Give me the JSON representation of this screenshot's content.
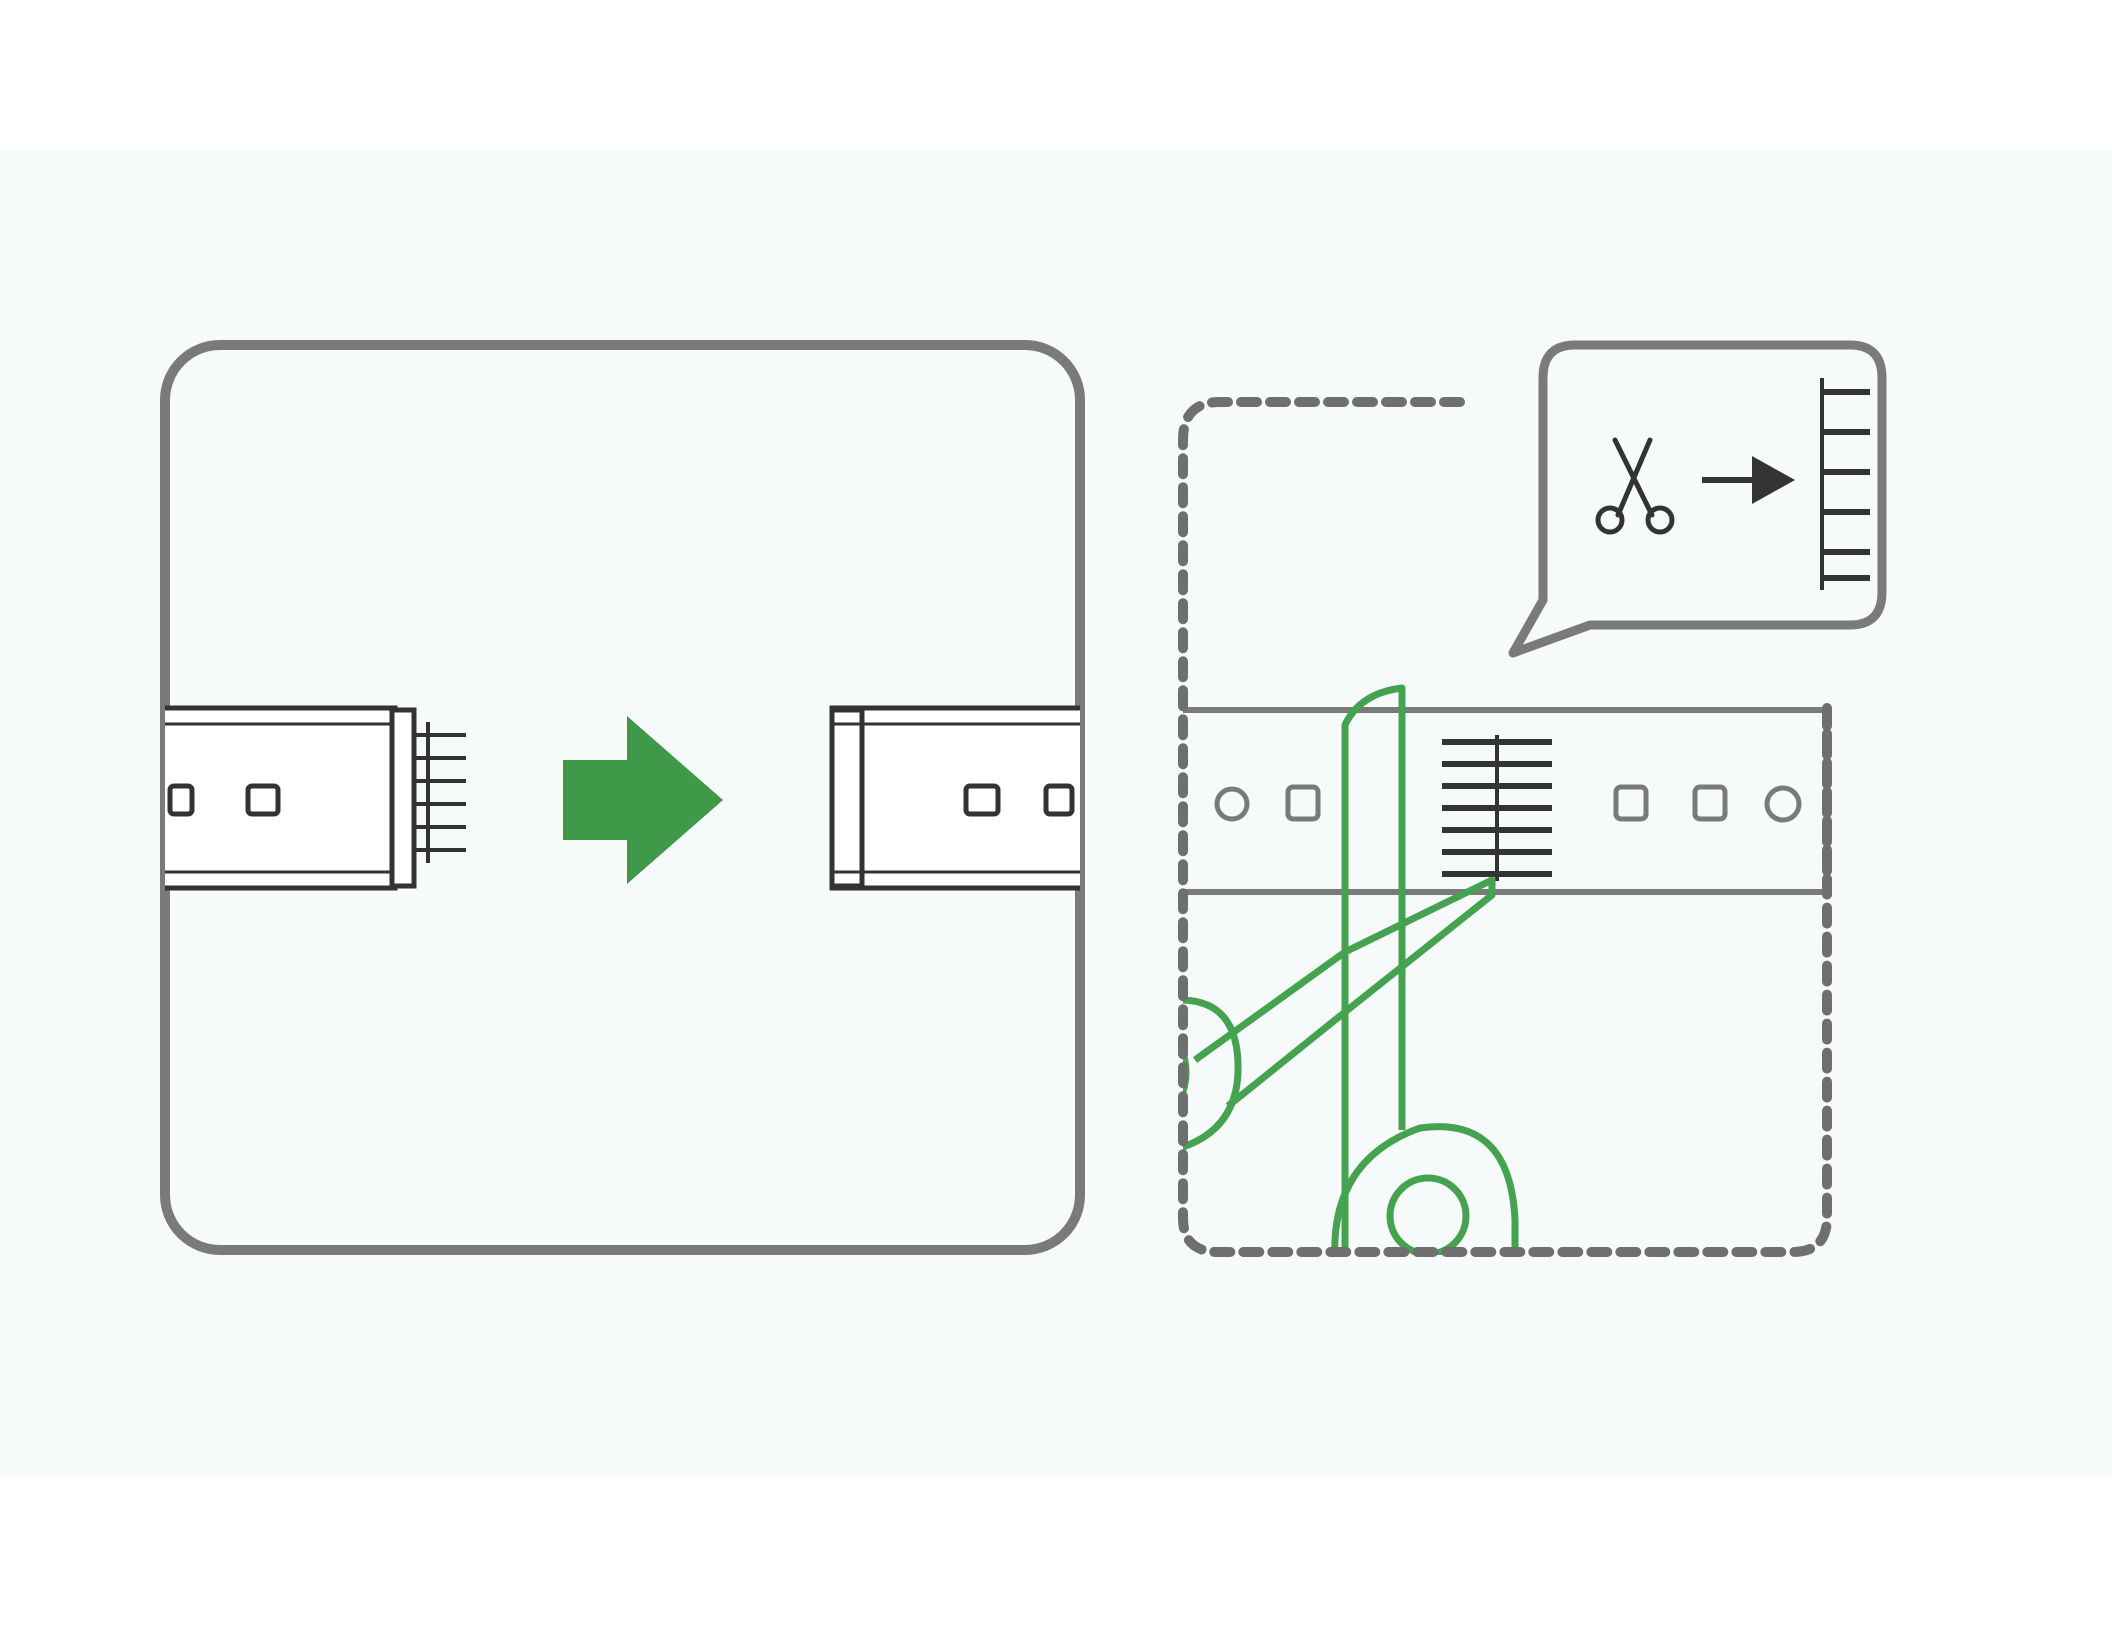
{
  "diagram": {
    "panels": [
      {
        "name": "led-strip-connector-panel",
        "kind": "solid-frame"
      },
      {
        "name": "led-strip-cut-panel",
        "kind": "dashed-frame"
      }
    ],
    "icons": [
      "led-strip-end-icon",
      "connector-pins-icon",
      "arrow-right-icon",
      "led-strip-icon",
      "copper-cut-pads-icon",
      "scissors-icon",
      "callout-scissors-icon",
      "callout-arrow-icon",
      "callout-pads-icon"
    ]
  },
  "colors": {
    "background": "#ffffff",
    "paper": "#f7fafb",
    "outline": "#7a7a7a",
    "ink": "#333333",
    "accent_green": "#3e9a49",
    "scissors_green": "#45a24f"
  }
}
